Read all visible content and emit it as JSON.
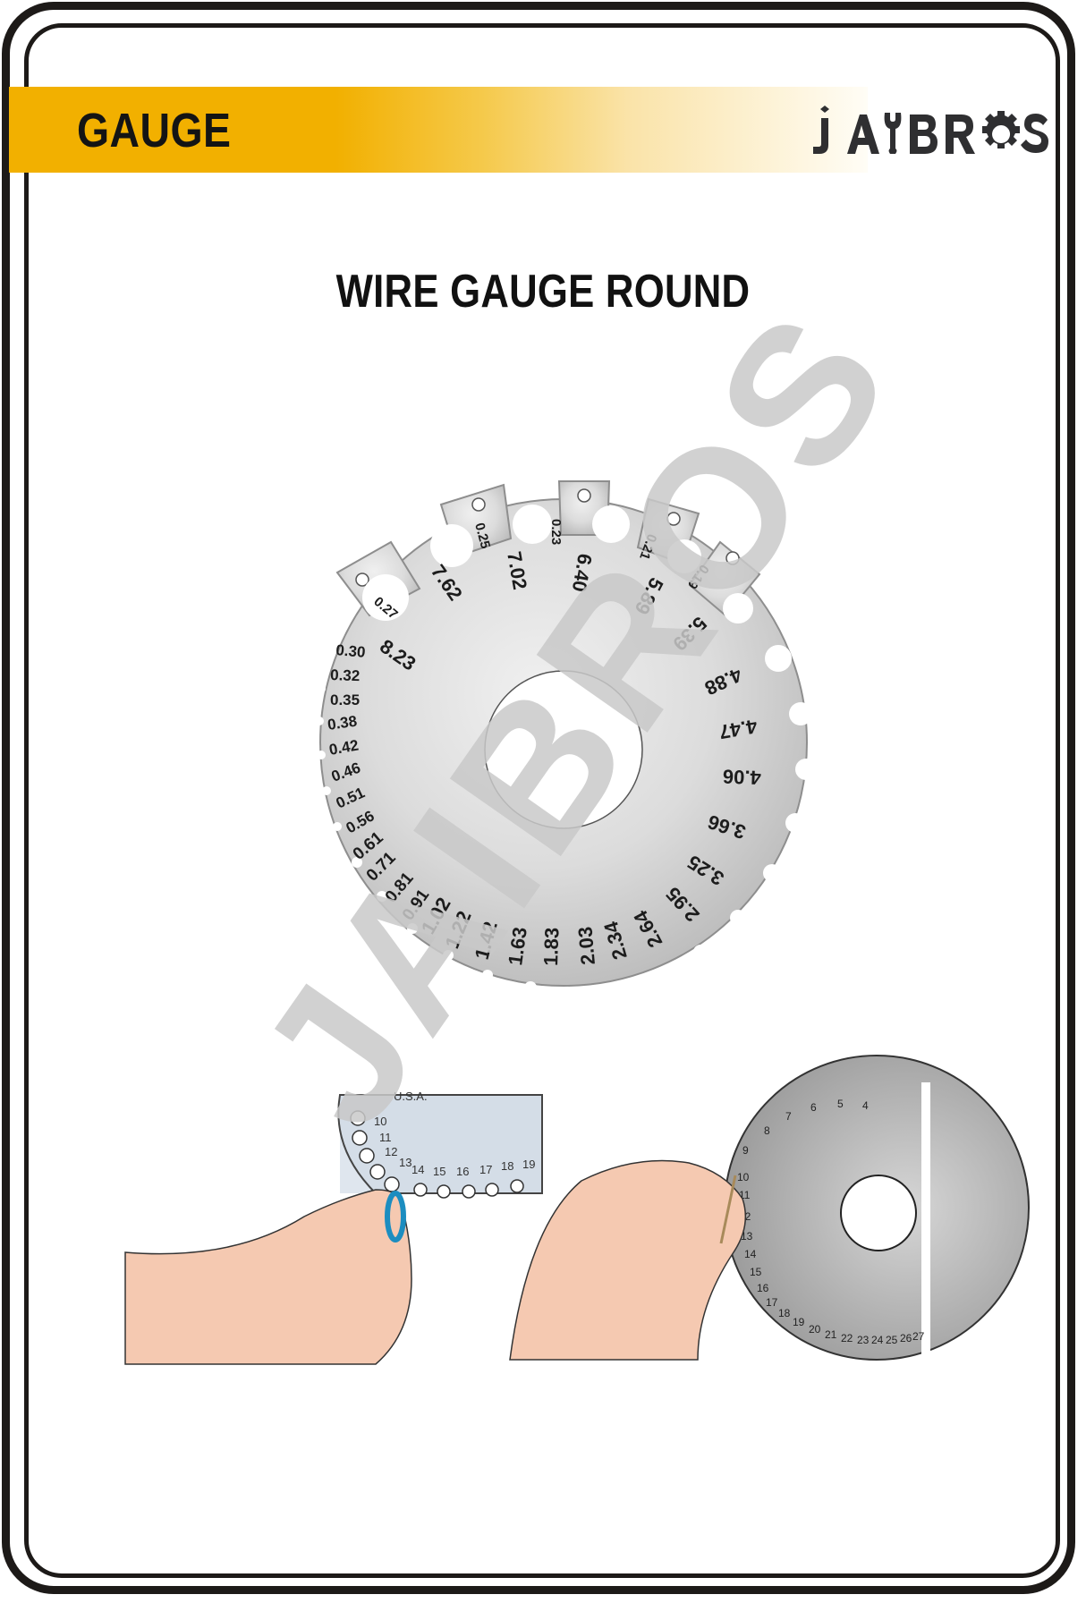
{
  "header": {
    "category": "GAUGE",
    "brand": "JAIBROS",
    "band_color": "#f2b000"
  },
  "product": {
    "title": "WIRE GAUGE ROUND"
  },
  "gauge_dial": {
    "outer_labels": [
      "0.27",
      "0.25",
      "0.23",
      "0.21",
      "0.19"
    ],
    "top_labels": [
      "8.23",
      "7.62",
      "7.02",
      "6.40",
      "5.89",
      "5.39",
      "4.88",
      "4.47",
      "4.06",
      "3.66",
      "3.25",
      "2.95",
      "2.64",
      "2.34",
      "2.03",
      "1.83",
      "1.63",
      "1.42",
      "1.22",
      "1.02",
      "0.91",
      "0.81",
      "0.71",
      "0.61",
      "0.56",
      "0.51",
      "0.46",
      "0.42",
      "0.38",
      "0.35",
      "0.32",
      "0.30"
    ]
  },
  "illustrations": {
    "left": {
      "dial_text": "U.S.A.",
      "numbers": [
        "10",
        "11",
        "12",
        "13",
        "14",
        "15",
        "16",
        "17",
        "18",
        "19"
      ]
    },
    "right": {
      "numbers_top": [
        "9",
        "8",
        "7",
        "6",
        "5",
        "4"
      ],
      "numbers_side": [
        "10",
        "11",
        "12",
        "13",
        "14",
        "15",
        "16",
        "17",
        "18",
        "19",
        "20",
        "21",
        "22",
        "23",
        "24",
        "25",
        "26",
        "27"
      ]
    }
  },
  "watermark": {
    "text": "JAIBROS",
    "color": "#c9c9c9"
  }
}
